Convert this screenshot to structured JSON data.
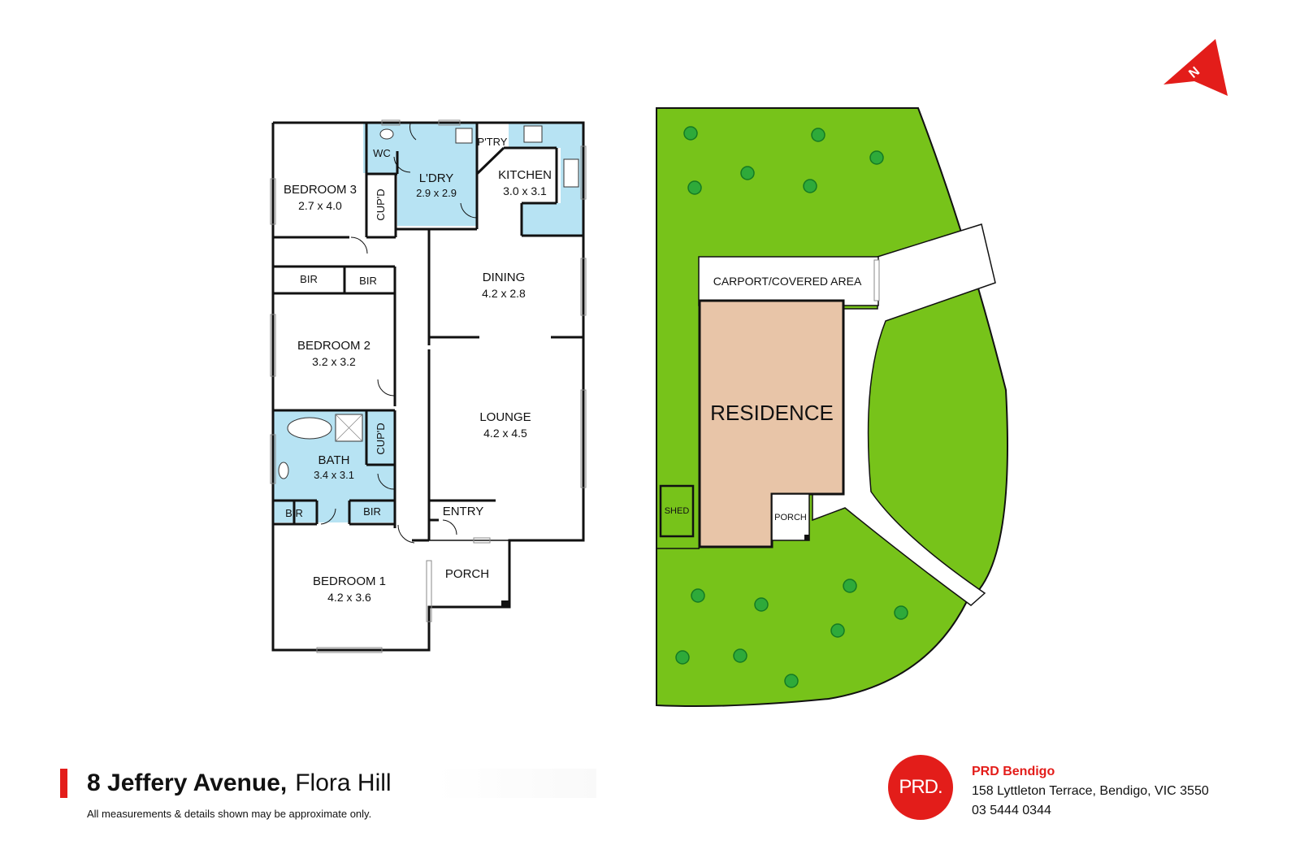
{
  "floor_plan": {
    "rooms": [
      {
        "name": "BEDROOM 3",
        "dim": "2.7 x 4.0"
      },
      {
        "name": "WC"
      },
      {
        "name": "CUP'D"
      },
      {
        "name": "L'DRY",
        "dim": "2.9 x 2.9"
      },
      {
        "name": "P'TRY"
      },
      {
        "name": "KITCHEN",
        "dim": "3.0 x 3.1"
      },
      {
        "name": "BIR"
      },
      {
        "name": "BIR"
      },
      {
        "name": "DINING",
        "dim": "4.2 x 2.8"
      },
      {
        "name": "BEDROOM 2",
        "dim": "3.2 x 3.2"
      },
      {
        "name": "LOUNGE",
        "dim": "4.2 x 4.5"
      },
      {
        "name": "CUP'D"
      },
      {
        "name": "BATH",
        "dim": "3.4 x 3.1"
      },
      {
        "name": "BIR"
      },
      {
        "name": "BIR"
      },
      {
        "name": "ENTRY"
      },
      {
        "name": "PORCH"
      },
      {
        "name": "BEDROOM 1",
        "dim": "4.2 x 3.6"
      }
    ]
  },
  "site_plan": {
    "carport": "CARPORT/COVERED AREA",
    "residence": "RESIDENCE",
    "shed": "SHED",
    "porch": "PORCH"
  },
  "north_arrow": {
    "label": "N"
  },
  "colors": {
    "lawn": "#77c31a",
    "residence": "#e8c5a8",
    "wet": "#b7e3f3",
    "accent": "#e31d1a"
  },
  "footer": {
    "street": "8 Jeffery Avenue,",
    "suburb": "Flora Hill",
    "disclaimer": "All measurements & details shown may be approximate only."
  },
  "agency": {
    "logo": "PRD.",
    "name": "PRD Bendigo",
    "address": "158 Lyttleton Terrace, Bendigo, VIC 3550",
    "phone": "03 5444 0344"
  }
}
